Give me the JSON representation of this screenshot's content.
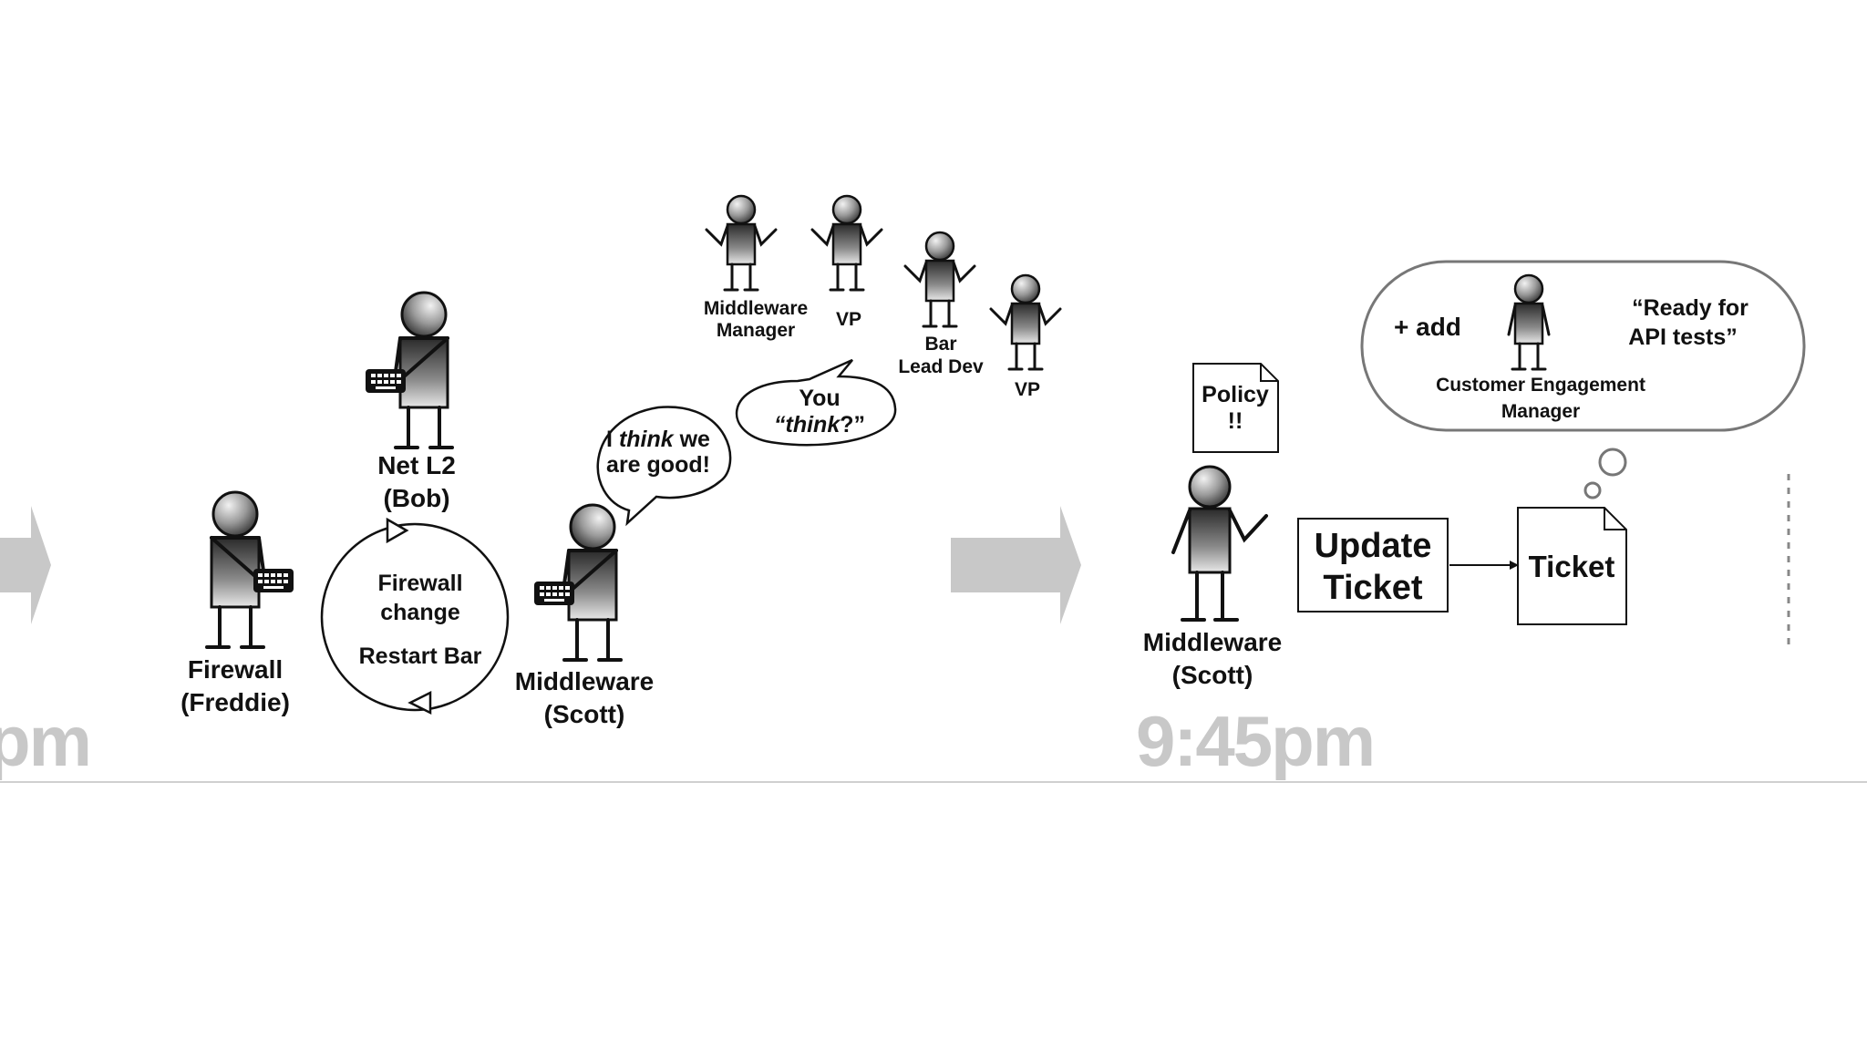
{
  "timeline": {
    "left_time": "pm",
    "right_time": "9:45pm"
  },
  "actors": {
    "freddie": {
      "role": "Firewall",
      "name": "(Freddie)"
    },
    "bob": {
      "role": "Net L2",
      "name": "(Bob)"
    },
    "scott_1": {
      "role": "Middleware",
      "name": "(Scott)"
    },
    "scott_2": {
      "role": "Middleware",
      "name": "(Scott)"
    },
    "mw_manager": {
      "line1": "Middleware",
      "line2": "Manager"
    },
    "vp_1": {
      "label": "VP"
    },
    "bar_lead": {
      "line1": "Bar",
      "line2": "Lead Dev"
    },
    "vp_2": {
      "label": "VP"
    }
  },
  "cycle": {
    "line1": "Firewall",
    "line2": "change",
    "line3": "Restart Bar"
  },
  "speech": {
    "scott_pre": "I ",
    "scott_em": "think",
    "scott_post": " we",
    "scott_line2": "are good!",
    "mgmt_line1": "You",
    "mgmt_open": "“",
    "mgmt_em": "think",
    "mgmt_close": "?”"
  },
  "policy_doc": {
    "line1": "Policy",
    "line2": "!!"
  },
  "update_box": {
    "line1": "Update",
    "line2": "Ticket"
  },
  "ticket_doc": {
    "label": "Ticket"
  },
  "thought": {
    "add": "+ add",
    "role_line1": "Customer Engagement",
    "role_line2": "Manager",
    "quote_line1": "“Ready for",
    "quote_line2": "API tests”"
  },
  "colors": {
    "arrow_gray": "#c8c8c8",
    "ink": "#111111",
    "time_gray": "#c8c8c8",
    "baseline": "#d0d0d0"
  }
}
